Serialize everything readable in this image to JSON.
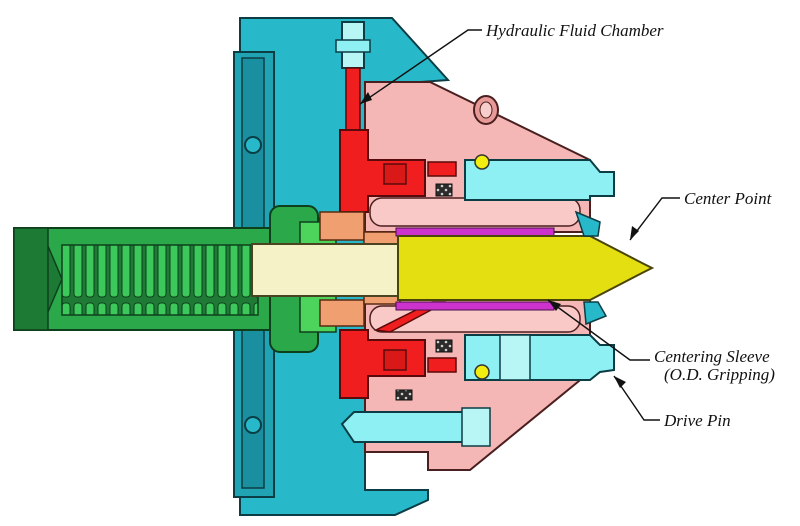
{
  "labels": {
    "hydraulic_fluid_chamber": "Hydraulic Fluid Chamber",
    "center_point": "Center Point",
    "centering_sleeve_line1": "Centering Sleeve",
    "centering_sleeve_line2": "(O.D. Gripping)",
    "drive_pin": "Drive Pin"
  },
  "colors": {
    "housing": "#27b8c9",
    "housing_dark": "#1a8f9f",
    "jaw_body": "#f5b7b5",
    "piston": "#f01e1e",
    "drive_pin": "#8ef0f2",
    "arbor": "#2aa84a",
    "arbor_dark": "#1d7a35",
    "arbor_light": "#4cd45c",
    "shank": "#f5f2c8",
    "center_point": "#e3df10",
    "bushing": "#f0a070",
    "sleeve": "#cc33cc",
    "ball": "#f2ee10"
  }
}
